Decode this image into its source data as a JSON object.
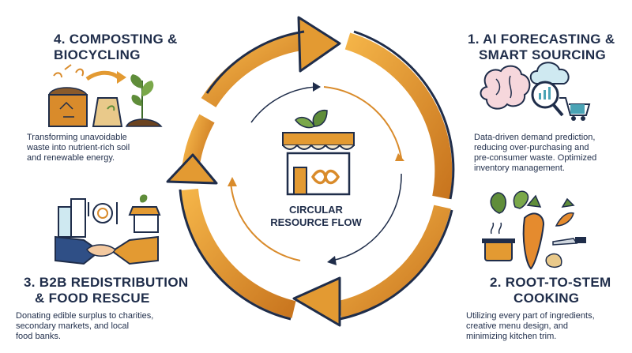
{
  "center": {
    "line1": "CIRCULAR",
    "line2": "RESOURCE FLOW"
  },
  "steps": [
    {
      "title_line1": "1. AI FORECASTING &",
      "title_line2": "SMART SOURCING",
      "desc": [
        "Data-driven demand prediction,",
        "reducing over-purchasing and",
        "pre-consumer waste. Optimized",
        "inventory management."
      ]
    },
    {
      "title_line1": "2. ROOT-TO-STEM",
      "title_line2": "COOKING",
      "desc": [
        "Utilizing every part of ingredients,",
        "creative menu design, and",
        "minimizing kitchen trim."
      ]
    },
    {
      "title_line1": "3. B2B REDISTRIBUTION",
      "title_line2": "& FOOD RESCUE",
      "desc": [
        "Donating edible surplus to charities,",
        "secondary markets, and local",
        "food banks."
      ]
    },
    {
      "title_line1": "4. COMPOSTING &",
      "title_line2": "BIOCYCLING",
      "desc": [
        "Transforming unavoidable",
        "waste into nutrient-rich soil",
        "and renewable energy."
      ]
    }
  ],
  "colors": {
    "navy": "#1f2d4a",
    "orange": "#d98b2b",
    "orange_light": "#f0b24a",
    "green": "#5f8d3a",
    "teal": "#4aa3b5"
  }
}
